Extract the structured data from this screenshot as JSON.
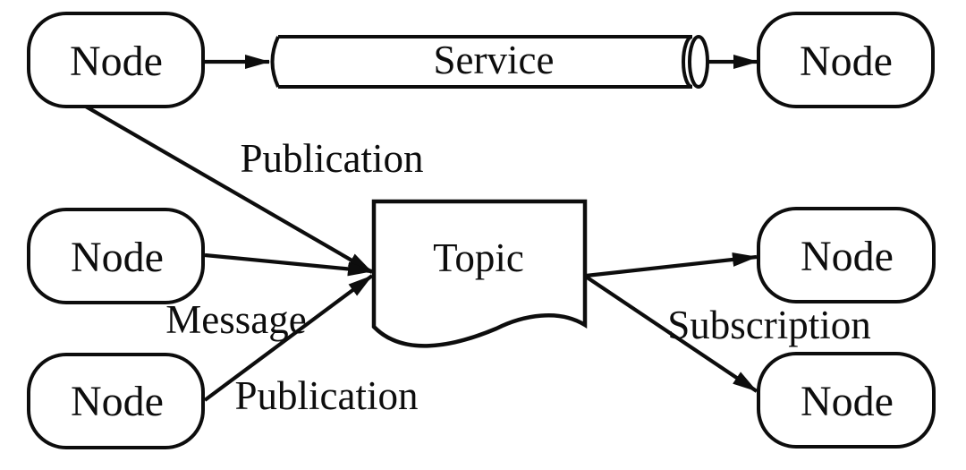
{
  "diagram": {
    "type": "ros-communication-diagram",
    "colors": {
      "stroke": "#0d0d0d",
      "fill": "#ffffff",
      "background": "#ffffff"
    },
    "nodes": [
      {
        "id": "top-left",
        "label": "Node"
      },
      {
        "id": "top-right",
        "label": "Node"
      },
      {
        "id": "middle-left",
        "label": "Node"
      },
      {
        "id": "middle-right",
        "label": "Node"
      },
      {
        "id": "bottom-left",
        "label": "Node"
      },
      {
        "id": "bottom-right",
        "label": "Node"
      }
    ],
    "service": {
      "label": "Service"
    },
    "topic": {
      "label": "Topic"
    },
    "edge_labels": {
      "publication_top": "Publication",
      "message": "Message",
      "publication_bottom": "Publication",
      "subscription": "Subscription"
    }
  }
}
